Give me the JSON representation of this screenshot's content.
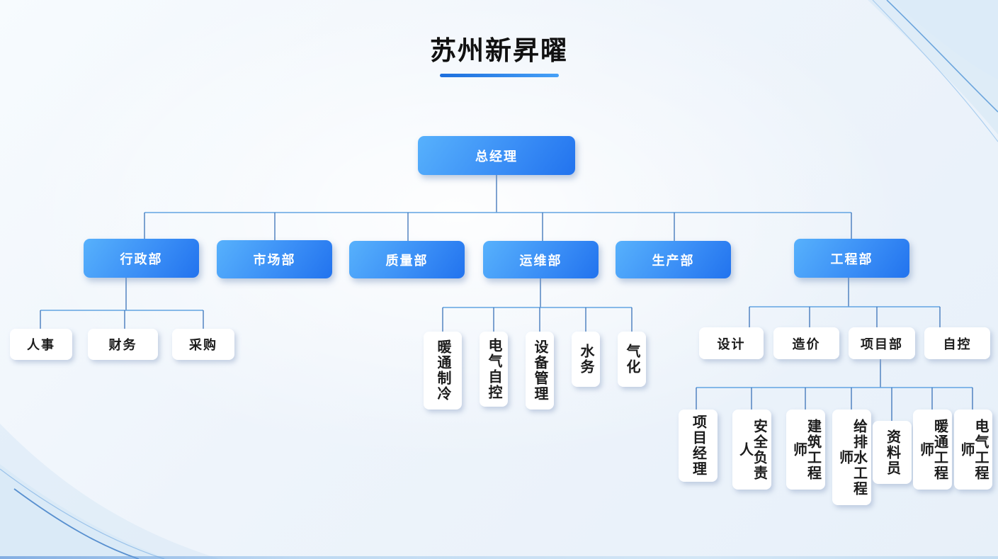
{
  "title": "苏州新昇曜",
  "root": {
    "label": "总经理"
  },
  "level2": [
    {
      "label": "行政部"
    },
    {
      "label": "市场部"
    },
    {
      "label": "质量部"
    },
    {
      "label": "运维部"
    },
    {
      "label": "生产部"
    },
    {
      "label": "工程部"
    }
  ],
  "admin_children": [
    {
      "label": "人事"
    },
    {
      "label": "财务"
    },
    {
      "label": "采购"
    }
  ],
  "ops_children": [
    {
      "label": "暖通制冷"
    },
    {
      "label": "电气自控"
    },
    {
      "label": "设备管理"
    },
    {
      "label": "水务"
    },
    {
      "label": "气化"
    }
  ],
  "eng_children": [
    {
      "label": "设计"
    },
    {
      "label": "造价"
    },
    {
      "label": "项目部"
    },
    {
      "label": "自控"
    }
  ],
  "project_children": [
    {
      "label": "项目经理"
    },
    {
      "label": "安全负责人"
    },
    {
      "label": "建筑工程师"
    },
    {
      "label": "给排水工程师"
    },
    {
      "label": "资料员"
    },
    {
      "label": "暖通工程师"
    },
    {
      "label": "电气工程师"
    }
  ],
  "colors": {
    "box_grad_start": "#57b1fc",
    "box_grad_mid": "#3b8ff6",
    "box_grad_end": "#2273ee",
    "line_vertical": "#3a72b8",
    "line_horizontal": "#62a4e2",
    "underline_start": "#1e6fdd",
    "underline_end": "#46a0f7",
    "text_dark": "#1c1c1c",
    "bg_tint": "#e7f0f9"
  }
}
